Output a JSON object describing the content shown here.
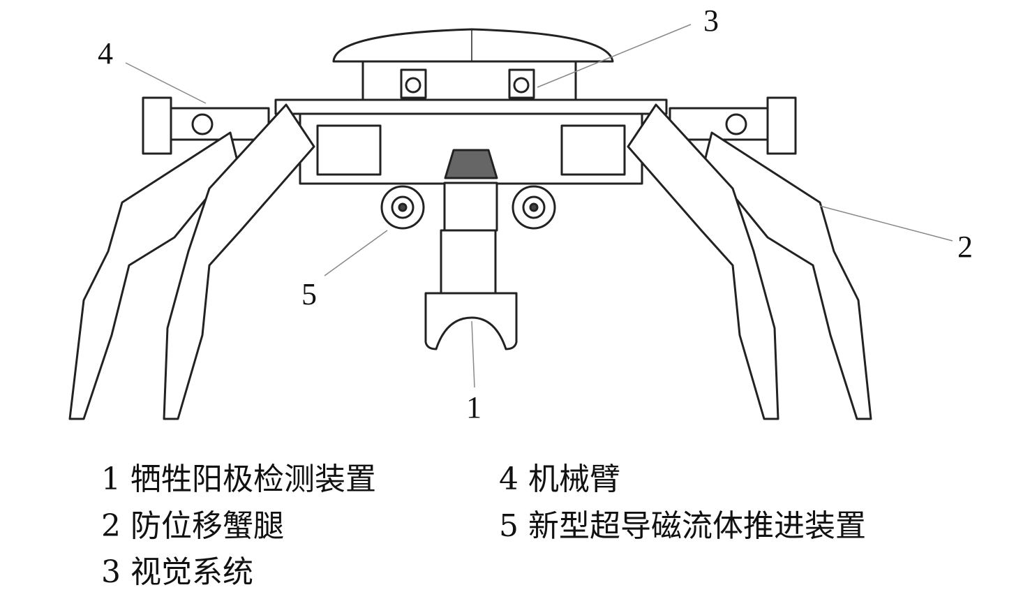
{
  "callouts": {
    "c1": "1",
    "c2": "2",
    "c3": "3",
    "c4": "4",
    "c5": "5"
  },
  "legend": [
    {
      "num": "1",
      "label": "牺牲阳极检测装置"
    },
    {
      "num": "2",
      "label": "防位移蟹腿"
    },
    {
      "num": "3",
      "label": "视觉系统"
    },
    {
      "num": "4",
      "label": "机械臂"
    },
    {
      "num": "5",
      "label": "新型超导磁流体推进装置"
    }
  ],
  "colors": {
    "line": "#222222",
    "fill": "#ffffff",
    "shade": "#555555"
  }
}
